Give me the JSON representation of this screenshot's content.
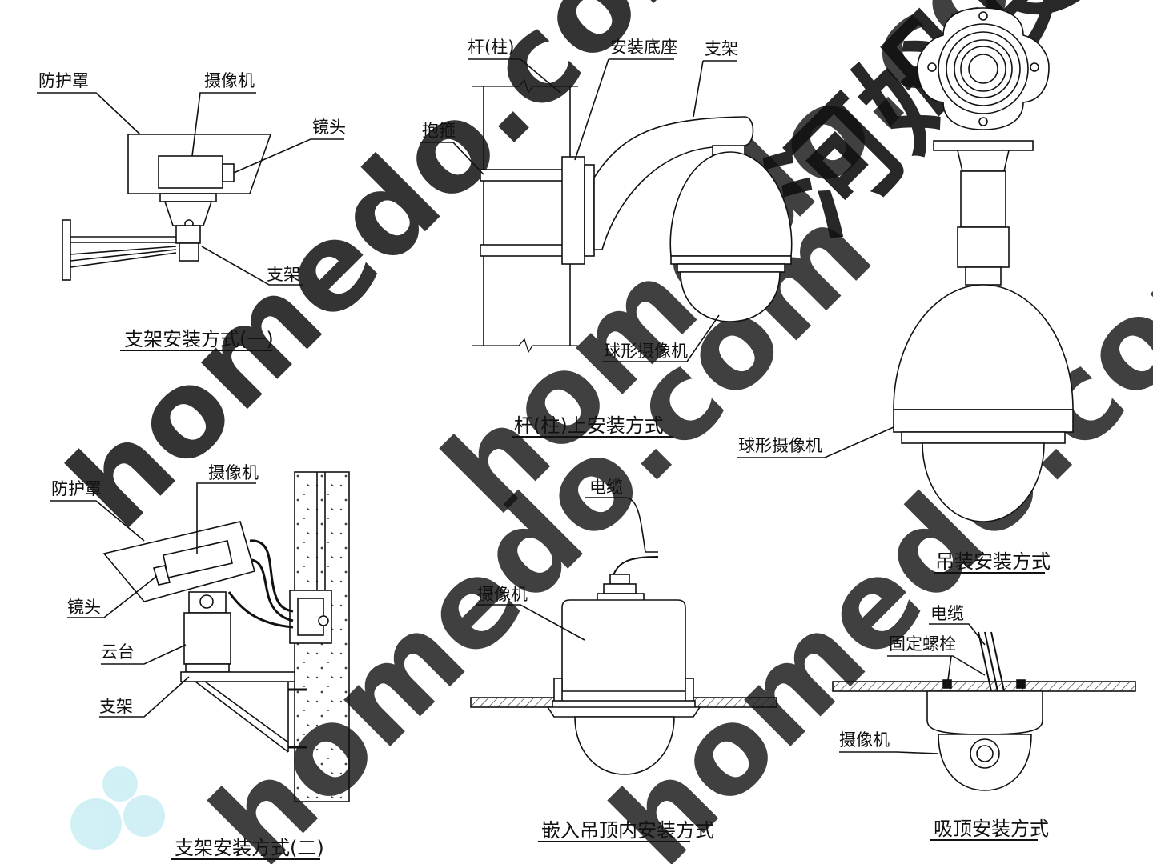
{
  "watermark": {
    "text": "homedo.com",
    "brand_cn": "河姆渡",
    "colors": {
      "green": "#e6f3c8",
      "cyan": "#d3f1f6",
      "gray": "#d6d6d6"
    }
  },
  "panels": {
    "bracket1": {
      "caption": "支架安装方式(一)",
      "labels": {
        "housing": "防护罩",
        "camera": "摄像机",
        "lens": "镜头",
        "bracket": "支架"
      }
    },
    "pole": {
      "caption": "杆(柱)上安装方式",
      "labels": {
        "pole": "杆(柱)",
        "base": "安装底座",
        "bracket": "支架",
        "hoop": "抱箍",
        "dome": "球形摄像机"
      }
    },
    "pendant": {
      "caption": "吊装安装方式",
      "labels": {
        "dome": "球形摄像机"
      }
    },
    "bracket2": {
      "caption": "支架安装方式(二)",
      "labels": {
        "housing": "防护罩",
        "camera": "摄像机",
        "lens": "镜头",
        "ptz": "云台",
        "bracket": "支架"
      }
    },
    "embedded": {
      "caption": "嵌入吊顶内安装方式",
      "labels": {
        "cable": "电缆",
        "camera": "摄像机"
      }
    },
    "ceiling": {
      "caption": "吸顶安装方式",
      "labels": {
        "cable": "电缆",
        "bolt": "固定螺栓",
        "camera": "摄像机"
      }
    }
  }
}
